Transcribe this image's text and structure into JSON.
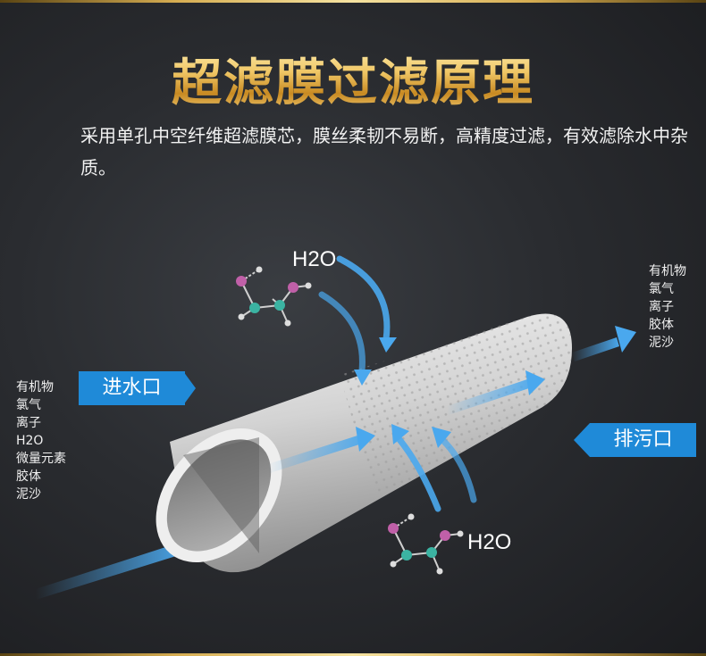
{
  "title": "超滤膜过滤原理",
  "subtitle": "采用单孔中空纤维超滤膜芯，膜丝柔韧不易断，高精度过滤，有效滤除水中杂质。",
  "inlet": {
    "label": "进水口",
    "impurities": [
      "有机物",
      "氯气",
      "离子",
      "H2O",
      "微量元素",
      "胶体",
      "泥沙"
    ]
  },
  "outlet": {
    "label": "排污口",
    "impurities": [
      "有机物",
      "氯气",
      "离子",
      "胶体",
      "泥沙"
    ]
  },
  "molecule_labels": {
    "top": "H2O",
    "bottom": "H2O"
  },
  "colors": {
    "accent_blue": "#1f8ad8",
    "gold": "#e8b54a",
    "arrow_blue": "#4aa8ee"
  }
}
